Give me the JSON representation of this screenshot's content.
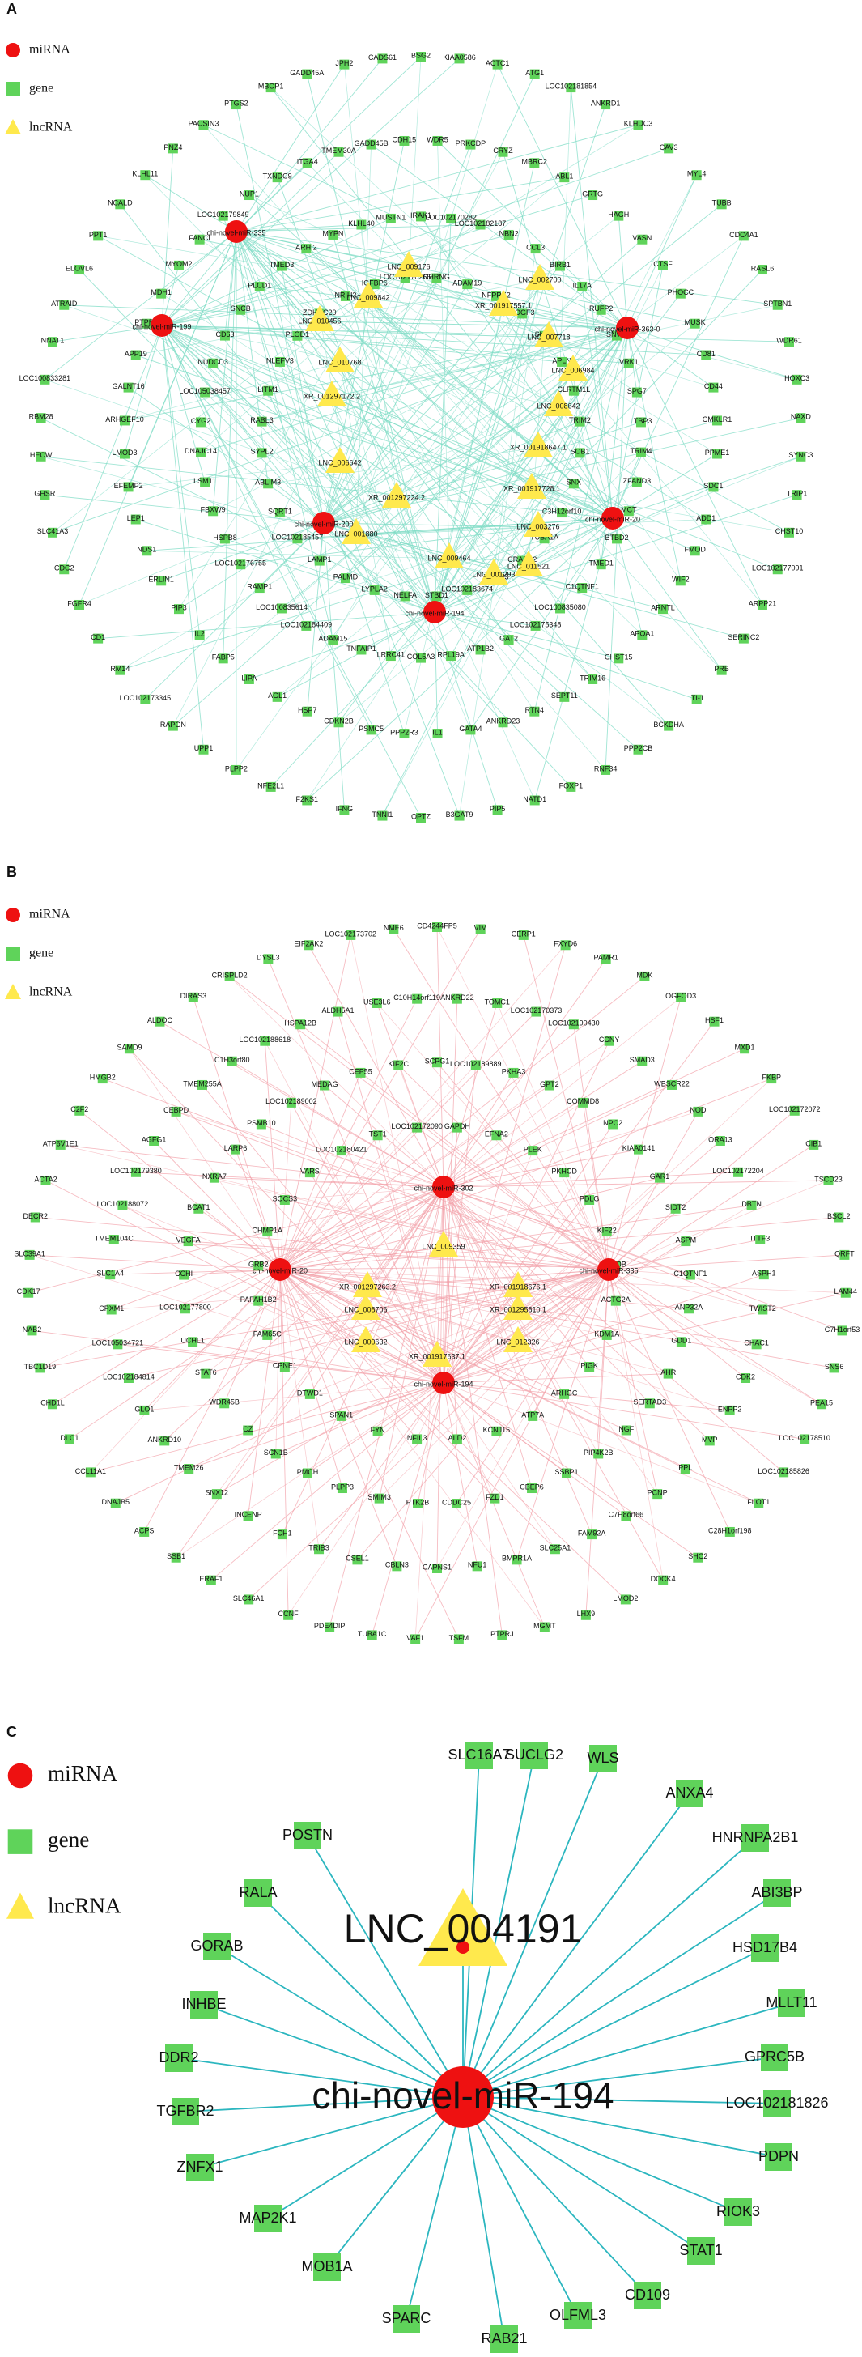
{
  "legend": {
    "mirna_label": "miRNA",
    "gene_label": "gene",
    "lncrna_label": "lncRNA"
  },
  "colors": {
    "mirna": "#ee1111",
    "gene": "#5fd35a",
    "lncrna": "#ffe94d",
    "edge_a": "#7fdcc6",
    "edge_b": "#f2a0a8",
    "edge_c": "#2bb6bf"
  },
  "panels": [
    {
      "letter": "A",
      "mirnas": [
        "chi-novel-miR-335",
        "chi-novel-miR-199",
        "chi-novel-miR-363-0",
        "chi-novel-miR-200",
        "chi-novel-miR-20",
        "chi-novel-miR-194"
      ],
      "lncrnas": [
        "LNC_009176",
        "LNC_002700",
        "LNC_009842",
        "XR_001917557.1",
        "LNC_010456",
        "LNC_007718",
        "LNC_010768",
        "LNC_006984",
        "XR_001297172.2",
        "LNC_008642",
        "XR_001918647.1",
        "LNC_006642",
        "XR_001917728.1",
        "XR_001297224.2",
        "LNC_001880",
        "LNC_003276",
        "LNC_009464",
        "LNC_011521",
        "LNC_001293"
      ],
      "genes": [
        "BSG2",
        "KIAA0586",
        "ACTC1",
        "ATG1",
        "LOC102181854",
        "ANKRD1",
        "KLHDC3",
        "CAV3",
        "MYL4",
        "TUBB",
        "CDC4A1",
        "RASL6",
        "SPTBN1",
        "WDR61",
        "HOXC3",
        "NAXD",
        "SYNC3",
        "TRIP1",
        "CHST10",
        "LOC102177091",
        "ARPP21",
        "SERINC2",
        "PRB",
        "ITI-1",
        "BCKDHA",
        "PPP2CB",
        "RNF34",
        "FOXP1",
        "NATD1",
        "PIP5",
        "B3GAT9",
        "OPTZ",
        "TNNI1",
        "IFNG",
        "F2KS1",
        "NFE2L1",
        "PLPP2",
        "UPP1",
        "RAPGN",
        "LOC102173345",
        "RM14",
        "CD1",
        "FGFR4",
        "CDC2",
        "SLC41A3",
        "GHSR",
        "HECW",
        "RBM28",
        "LOC100833281",
        "NNAT1",
        "ATRAID",
        "ELOVL6",
        "PPT1",
        "NCALD",
        "KLHL11",
        "PNZ4",
        "PACSIN3",
        "PTGS2",
        "MBOP1",
        "GADD45A",
        "JPH2",
        "CADS61",
        "WDR5",
        "PRKCDP",
        "CRYZ",
        "MBRC2",
        "ABL1",
        "GRTG",
        "HAGH",
        "VASN",
        "CTSF",
        "PHOCC",
        "MUSK",
        "CD81",
        "CD44",
        "CMKLR1",
        "PPME1",
        "SDC1",
        "ADD1",
        "FMOD",
        "WIF2",
        "ARNTL",
        "APOA1",
        "CHST15",
        "TRIM16",
        "SEPT11",
        "RTN4",
        "ANKRD23",
        "GATA4",
        "IL1",
        "PPP2R3",
        "PSMC5",
        "CDKN2B",
        "HSP7",
        "AGL1",
        "LIPA",
        "FABP5",
        "IL2",
        "PIP3",
        "ERLIN1",
        "NDS1",
        "LEP1",
        "EFEMP2",
        "LMOD3",
        "ARHGEF10",
        "GALNT16",
        "APP19",
        "PTPRS",
        "MDH1",
        "MYOM2",
        "FANCI",
        "LOC102179849",
        "NUP1",
        "TXNDC9",
        "ITGA4",
        "TMEM30A",
        "GADD45B",
        "CDH15",
        "IRAK1",
        "LOC102170282",
        "LOC102182187",
        "NBN2",
        "CCL3",
        "BIRB1",
        "IL17A",
        "RUFP2",
        "SNW1",
        "VRK1",
        "SPG7",
        "LTBP3",
        "TRIM4",
        "ZFAND3",
        "MCT",
        "BTBD2",
        "TMED1",
        "C1QTNF1",
        "LOC100835080",
        "LOC102175348",
        "GAT2",
        "ATP1B2",
        "RPL19A",
        "COL5A3",
        "LRRC41",
        "TNFAIP1",
        "ADAM15",
        "LOC102184409",
        "LOC100835614",
        "RAMP1",
        "LOC102176755",
        "HSPB8",
        "FBXW9",
        "LSM11",
        "DNAJC14",
        "CYG2",
        "LOC105038457",
        "NUDCD3",
        "CD63",
        "SNCB",
        "PLCD1",
        "TMED3",
        "ARHI2",
        "MYPN",
        "KLHL40",
        "MUSTN1",
        "CHRNG",
        "ADAM19",
        "NFPRK2",
        "POGF3",
        "SND1",
        "APLN",
        "CLRTM1L",
        "TRIM2",
        "SOB1",
        "SNX",
        "C3H12orf10",
        "TUBA1A",
        "CRABP2",
        "MTCH3",
        "LOC102183674",
        "STBD1",
        "NELFA",
        "LYPLA2",
        "PALMD",
        "LAMP1",
        "LOC102185457",
        "SQRT1",
        "ABLIM3",
        "SYPL2",
        "RABL3",
        "LITM1",
        "NLEFV3",
        "PLOD1",
        "ZDHHC20",
        "NRIH3",
        "IGFBP6",
        "LOC102170266"
      ]
    },
    {
      "letter": "B",
      "mirnas": [
        "chi-novel-miR-302",
        "chi-novel-miR-20",
        "chi-novel-miR-335",
        "chi-novel-miR-194"
      ],
      "lncrnas": [
        "LNC_009359",
        "XR_001297263.2",
        "XR_001918676.1",
        "LNC_008706",
        "XR_001295810.1",
        "LNC_000632",
        "LNC_012326",
        "XR_001917637.1"
      ],
      "genes": [
        "CD4244FP5",
        "VIM",
        "CERP1",
        "FXYD6",
        "PAMR1",
        "MDK",
        "OGFOD3",
        "HSF1",
        "MXD1",
        "FKBP",
        "LOC102172072",
        "CIB1",
        "TSCD23",
        "BSCL2",
        "QRFT",
        "LAM44",
        "C7H1orf53",
        "SNS6",
        "PEA15",
        "LOC102178510",
        "LOC102185826",
        "FLOT1",
        "C28H1orf198",
        "SHC2",
        "DOCK4",
        "LMOD2",
        "LHX9",
        "MGMT",
        "PTPRJ",
        "TSFM",
        "VAF1",
        "TUBA1C",
        "PDE4DIP",
        "CCNF",
        "SLC46A1",
        "ERAF1",
        "SSB1",
        "ACPS",
        "DNAJB5",
        "CCL11A1",
        "DLC1",
        "CHD1L",
        "TBC1D19",
        "NAB2",
        "CDK17",
        "SLC39A1",
        "DECR2",
        "ACTA2",
        "ATP6V1E1",
        "C2F2",
        "HMGB2",
        "SAMD9",
        "ALDOC",
        "DIRAS3",
        "CRISPLD2",
        "DYSL3",
        "EIF2AK2",
        "LOC102173702",
        "NME6",
        "ANKRD22",
        "TOMC1",
        "LOC102170373",
        "LOC102190430",
        "CCNY",
        "SMAD3",
        "WBSCR22",
        "NOD",
        "ORA13",
        "LOC102172204",
        "DBTN",
        "ITTF3",
        "ASPH1",
        "TWIST2",
        "CHAC1",
        "CDK2",
        "ENPP2",
        "MVP",
        "PPL",
        "PCNP",
        "C7H8orf66",
        "FAM92A",
        "SLC25A1",
        "BMPR1A",
        "NFU1",
        "CAPNS1",
        "CBLN3",
        "CSEL1",
        "TRIB3",
        "FCH1",
        "INCENP",
        "SNX12",
        "TMEM26",
        "ANKRD10",
        "GLO1",
        "LOC102184814",
        "LOC105034721",
        "CPXM1",
        "SLC1A4",
        "TMEM104C",
        "LOC102188072",
        "LOC102179380",
        "AGFG1",
        "CEBPD",
        "TMEM255A",
        "C1H3orf80",
        "LOC102188618",
        "HSPA12B",
        "ALDH5A1",
        "USE3L6",
        "C10H14orf119",
        "SCPG1",
        "LOC102189889",
        "PKHA3",
        "GPT2",
        "COMMD8",
        "NPC2",
        "KIAA0141",
        "GAR1",
        "SIDT2",
        "ASPM",
        "C1QTNF1",
        "ANP32A",
        "GDD1",
        "AHR",
        "SERTAD3",
        "NGF",
        "PIP4K2B",
        "SSBP1",
        "CBEP6",
        "FZD1",
        "CDDC25",
        "PTK2B",
        "SMIM3",
        "PLPP3",
        "PMCH",
        "SCN1B",
        "CZ",
        "WDR45B",
        "STAT6",
        "UCHL1",
        "LOC102177800",
        "CCHI",
        "VEGFA",
        "BCAT1",
        "NXRA7",
        "LARP6",
        "PSMB10",
        "LOC102189002",
        "MEDAG",
        "CEP55",
        "KIF2C",
        "GAPDH",
        "EFNA2",
        "PLEK",
        "PKHCD",
        "PDLG",
        "KIF22",
        "RHOB",
        "ACTG2A",
        "KDM1A",
        "PIGK",
        "ARHGC",
        "ATP7A",
        "KCNJ15",
        "ALD2",
        "NFIL3",
        "FYN",
        "SPAN1",
        "DTWD1",
        "CPNE1",
        "FAM65C",
        "PAFAH1B2",
        "GRB2",
        "CHMP1A",
        "SOCS3",
        "VARS",
        "LOC102180421",
        "TST1",
        "LOC102172090"
      ]
    },
    {
      "letter": "C",
      "mirna": "chi-novel-miR-194",
      "lncrna": "LNC_004191",
      "genes": [
        "SLC16A7",
        "SUCLG2",
        "WLS",
        "ANXA4",
        "HNRNPA2B1",
        "ABI3BP",
        "HSD17B4",
        "MLLT11",
        "GPRC5B",
        "LOC102181826",
        "PDPN",
        "RIOK3",
        "STAT1",
        "CD109",
        "OLFML3",
        "RAB21",
        "SPARC",
        "MOB1A",
        "MAP2K1",
        "ZNFX1",
        "TGFBR2",
        "DDR2",
        "INHBE",
        "GORAB",
        "RALA",
        "POSTN"
      ]
    }
  ]
}
